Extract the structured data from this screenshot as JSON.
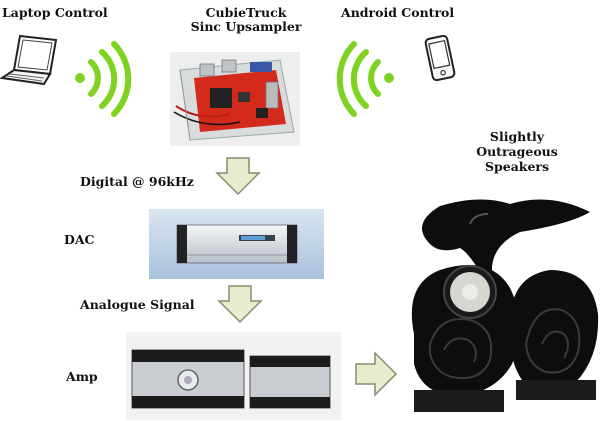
{
  "labels": {
    "laptop": "Laptop Control",
    "cubie_line1": "CubieTruck",
    "cubie_line2": "Sinc Upsampler",
    "android": "Android Control",
    "speakers_line1": "Slightly",
    "speakers_line2": "Outrageous",
    "speakers_line3": "Speakers",
    "digital": "Digital @ 96kHz",
    "dac": "DAC",
    "analogue": "Analogue Signal",
    "amp": "Amp"
  },
  "colors": {
    "wifi": "#7ed321",
    "arrow_fill": "#e6eccd",
    "arrow_stroke": "#8a8a72",
    "board_red": "#d32a1c",
    "speaker_black": "#0d0d0d"
  },
  "icons": [
    "laptop-icon",
    "phone-icon",
    "wifi-icon",
    "board-photo",
    "dac-photo",
    "amp-photo",
    "speakers-photo"
  ]
}
